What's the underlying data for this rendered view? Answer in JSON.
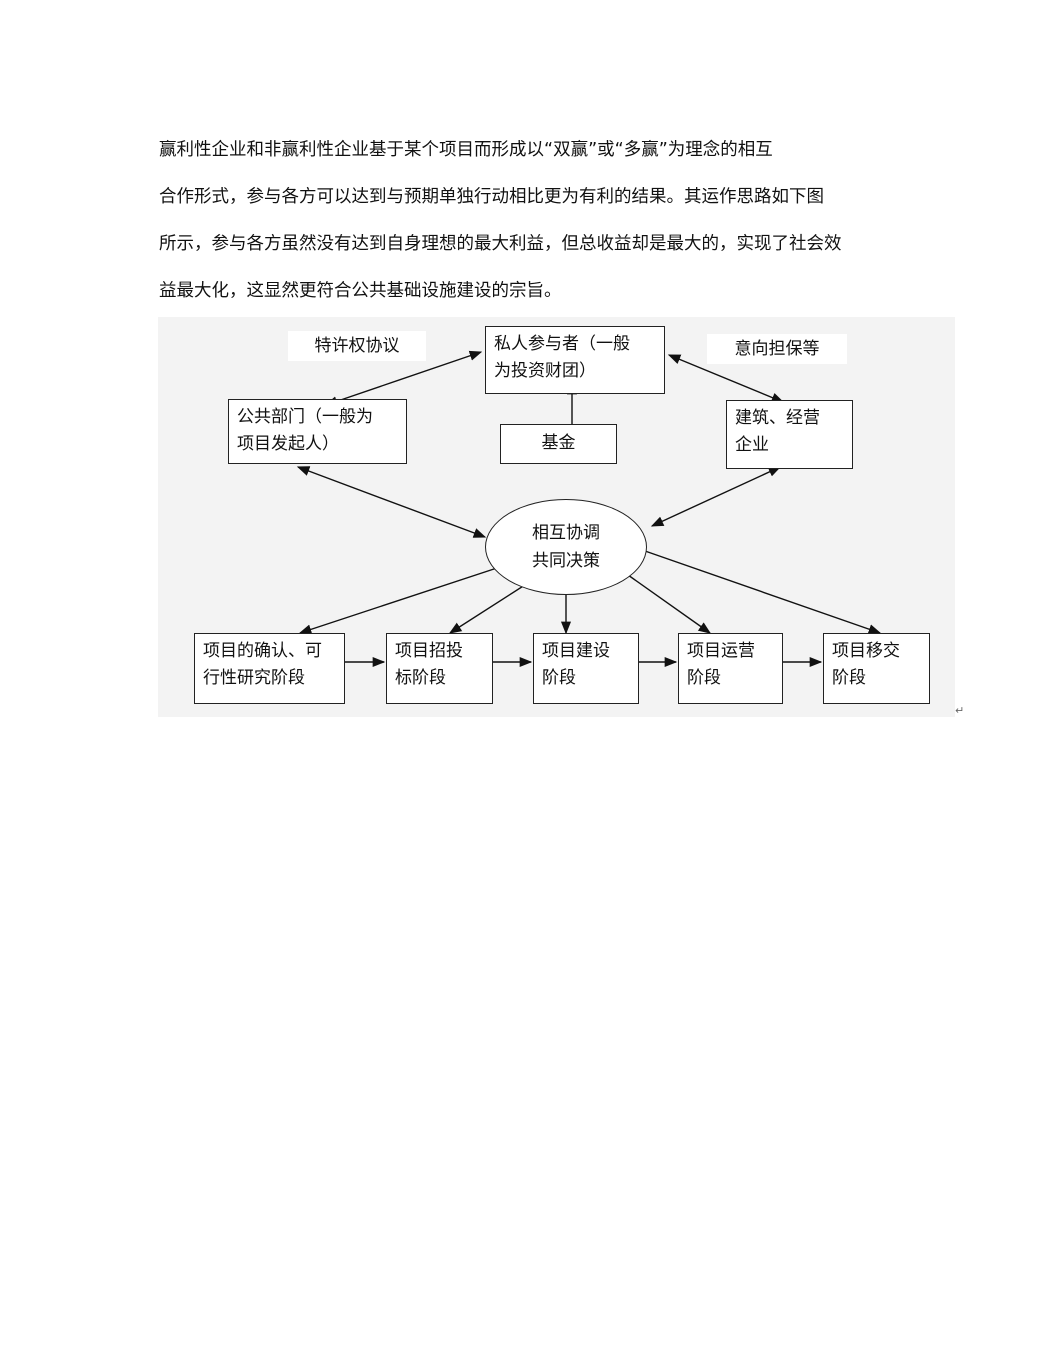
{
  "paragraph": {
    "lines": [
      "赢利性企业和非赢利性企业基于某个项目而形成以“双赢”或“多赢”为理念的相互",
      "合作形式，参与各方可以达到与预期单独行动相比更为有利的结果。其运作思路如下图",
      "所示，参与各方虽然没有达到自身理想的最大利益，但总收益却是最大的，实现了社会效",
      "益最大化，这显然更符合公共基础设施建设的宗旨。"
    ]
  },
  "diagram": {
    "label_concession": "特许权协议",
    "label_guarantee": "意向担保等",
    "private_party": [
      "私人参与者（一般",
      "为投资财团）"
    ],
    "public_sector": [
      "公共部门（一般为",
      "项目发起人）"
    ],
    "fund": "基金",
    "construction": [
      "建筑、经营",
      "企业"
    ],
    "center": [
      "相互协调",
      "共同决策"
    ],
    "stages": [
      [
        "项目的确认、可",
        "行性研究阶段"
      ],
      [
        "项目招投",
        "标阶段"
      ],
      [
        "项目建设",
        "阶段"
      ],
      [
        "项目运营",
        "阶段"
      ],
      [
        "项目移交",
        "阶段"
      ]
    ]
  },
  "paragraph_mark": "↵"
}
